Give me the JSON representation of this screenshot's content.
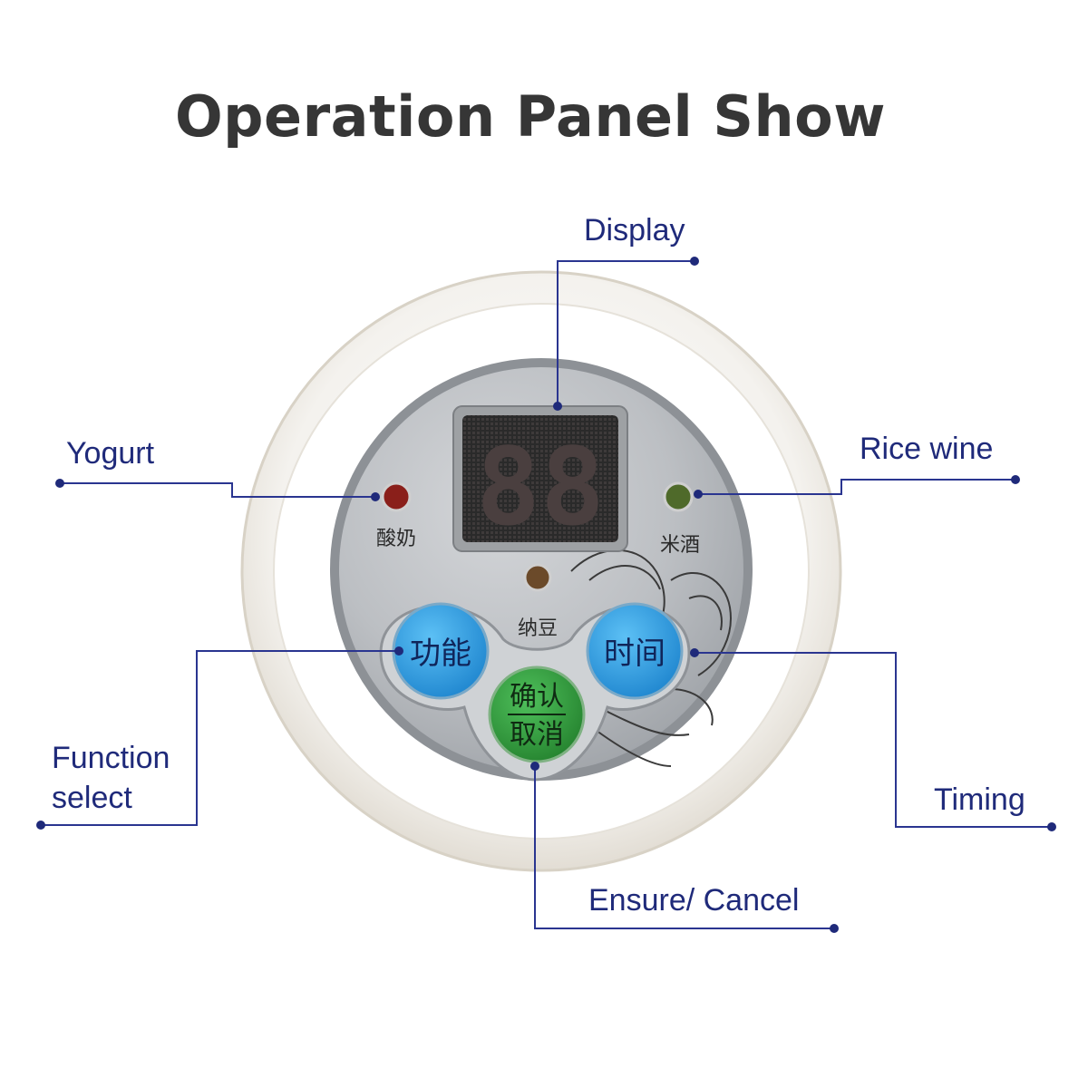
{
  "title": "Operation Panel Show",
  "callouts": {
    "display": "Display",
    "yogurt": "Yogurt",
    "rice_wine": "Rice wine",
    "function_select_line1": "Function",
    "function_select_line2": "select",
    "timing": "Timing",
    "ensure_cancel": "Ensure/ Cancel"
  },
  "panel": {
    "yogurt_indicator_label": "酸奶",
    "rice_wine_indicator_label": "米酒",
    "natto_indicator_label": "纳豆",
    "function_button_label": "功能",
    "time_button_label": "时间",
    "confirm_button_line1": "确认",
    "confirm_button_line2": "取消",
    "display_readout": "88"
  },
  "colors": {
    "callout_text": "#1f2a7a",
    "leader_line": "#2a3590",
    "panel_silver": "#b9bcc0",
    "blue_button": "#2e9be0",
    "green_button": "#2f9a3c",
    "yogurt_led": "#8a1f1a",
    "rice_wine_led": "#4f6a2a",
    "natto_led": "#6b4a2a",
    "title_text": "#363636"
  }
}
